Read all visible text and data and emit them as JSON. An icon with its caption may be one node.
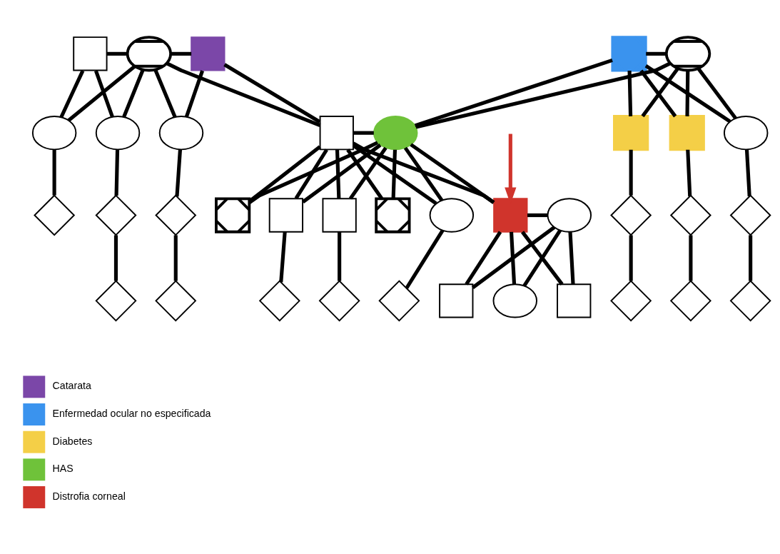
{
  "diagram": {
    "nodes": [
      {
        "text": [],
        "shape": "box"
      },
      {
        "text": [],
        "shape": "circle"
      },
      {
        "text": [],
        "shape": "box"
      },
      {
        "text": [],
        "shape": "box"
      },
      {
        "text": [],
        "shape": "circle"
      },
      {
        "text": [],
        "shape": "circle"
      },
      {
        "text": [],
        "shape": "circle"
      },
      {
        "text": [],
        "shape": "circle"
      },
      {
        "text": [],
        "shape": "box"
      },
      {
        "text": [],
        "shape": "circle"
      },
      {
        "text": [],
        "shape": "box"
      },
      {
        "text": [],
        "shape": "box"
      },
      {
        "text": [],
        "shape": "circle"
      },
      {
        "text": [],
        "shape": "diamond"
      },
      {
        "text": [],
        "shape": "diamond"
      },
      {
        "text": [],
        "shape": "diamond"
      },
      {
        "text": [],
        "shape": "box"
      },
      {
        "text": [],
        "shape": "box"
      },
      {
        "text": [],
        "shape": "box"
      },
      {
        "text": [],
        "shape": "box"
      },
      {
        "text": [],
        "shape": "circle"
      },
      {
        "text": [],
        "shape": "box"
      },
      {
        "text": [],
        "shape": "circle"
      },
      {
        "text": [],
        "shape": "diamond"
      },
      {
        "text": [],
        "shape": "diamond"
      },
      {
        "text": [],
        "shape": "diamond"
      },
      {
        "text": [],
        "shape": "diamond"
      },
      {
        "text": [],
        "shape": "diamond"
      },
      {
        "text": [],
        "shape": "diamond"
      },
      {
        "text": [],
        "shape": "diamond"
      },
      {
        "text": [],
        "shape": "diamond"
      },
      {
        "text": [],
        "shape": "box"
      },
      {
        "text": [],
        "shape": "circle"
      },
      {
        "text": [],
        "shape": "box"
      },
      {
        "text": [],
        "shape": "diamond"
      },
      {
        "text": [],
        "shape": "diamond"
      },
      {
        "text": [],
        "shape": "diamond"
      }
    ],
    "edges": [
      {
        "from": 0,
        "to": 1,
        "arrow": "none"
      },
      {
        "from": 1,
        "to": 2,
        "arrow": "none"
      },
      {
        "from": 3,
        "to": 4,
        "arrow": "none"
      },
      {
        "from": 0,
        "to": 5,
        "arrow": "none"
      },
      {
        "from": 1,
        "to": 5,
        "arrow": "none"
      },
      {
        "from": 0,
        "to": 6,
        "arrow": "none"
      },
      {
        "from": 1,
        "to": 6,
        "arrow": "none"
      },
      {
        "from": 1,
        "to": 7,
        "arrow": "none"
      },
      {
        "from": 2,
        "to": 7,
        "arrow": "none"
      },
      {
        "from": 1,
        "to": 8,
        "arrow": "none"
      },
      {
        "from": 2,
        "to": 8,
        "arrow": "none"
      },
      {
        "from": 3,
        "to": 9,
        "arrow": "none"
      },
      {
        "from": 4,
        "to": 9,
        "arrow": "none"
      },
      {
        "from": 3,
        "to": 10,
        "arrow": "none"
      },
      {
        "from": 4,
        "to": 10,
        "arrow": "none"
      },
      {
        "from": 3,
        "to": 11,
        "arrow": "none"
      },
      {
        "from": 4,
        "to": 11,
        "arrow": "none"
      },
      {
        "from": 3,
        "to": 12,
        "arrow": "none"
      },
      {
        "from": 4,
        "to": 12,
        "arrow": "none"
      },
      {
        "from": 8,
        "to": 9,
        "arrow": "none"
      },
      {
        "from": 5,
        "to": 13,
        "arrow": "none"
      },
      {
        "from": 6,
        "to": 14,
        "arrow": "none"
      },
      {
        "from": 7,
        "to": 15,
        "arrow": "none"
      },
      {
        "from": 8,
        "to": 16,
        "arrow": "none"
      },
      {
        "from": 9,
        "to": 16,
        "arrow": "none"
      },
      {
        "from": 8,
        "to": 17,
        "arrow": "none"
      },
      {
        "from": 9,
        "to": 17,
        "arrow": "none"
      },
      {
        "from": 8,
        "to": 18,
        "arrow": "none"
      },
      {
        "from": 9,
        "to": 18,
        "arrow": "none"
      },
      {
        "from": 8,
        "to": 19,
        "arrow": "none"
      },
      {
        "from": 9,
        "to": 19,
        "arrow": "none"
      },
      {
        "from": 8,
        "to": 20,
        "arrow": "none"
      },
      {
        "from": 9,
        "to": 20,
        "arrow": "none"
      },
      {
        "from": 8,
        "to": 21,
        "arrow": "none"
      },
      {
        "from": 9,
        "to": 21,
        "arrow": "none"
      },
      {
        "from": 10,
        "to": 23,
        "arrow": "none"
      },
      {
        "from": 11,
        "to": 24,
        "arrow": "none"
      },
      {
        "from": 12,
        "to": 25,
        "arrow": "none"
      },
      {
        "from": 21,
        "to": 22,
        "arrow": "none"
      },
      {
        "from": null,
        "to": 21,
        "arrow": "to",
        "color": "#d0342c"
      },
      {
        "from": 14,
        "to": 26,
        "arrow": "none"
      },
      {
        "from": 15,
        "to": 27,
        "arrow": "none"
      },
      {
        "from": 17,
        "to": 28,
        "arrow": "none"
      },
      {
        "from": 18,
        "to": 29,
        "arrow": "none"
      },
      {
        "from": 20,
        "to": 30,
        "arrow": "none"
      },
      {
        "from": 21,
        "to": 31,
        "arrow": "none"
      },
      {
        "from": 22,
        "to": 31,
        "arrow": "none"
      },
      {
        "from": 21,
        "to": 32,
        "arrow": "none"
      },
      {
        "from": 22,
        "to": 32,
        "arrow": "none"
      },
      {
        "from": 21,
        "to": 33,
        "arrow": "none"
      },
      {
        "from": 22,
        "to": 33,
        "arrow": "none"
      },
      {
        "from": 23,
        "to": 34,
        "arrow": "none"
      },
      {
        "from": 24,
        "to": 35,
        "arrow": "none"
      },
      {
        "from": 25,
        "to": 36,
        "arrow": "none"
      }
    ],
    "legend": [
      {
        "text": "Catarata",
        "color": "#7b47a8"
      },
      {
        "text": "Enfermedad ocular no especificada",
        "color": "#3a93ee"
      },
      {
        "text": "Diabetes",
        "color": "#f4cf47"
      },
      {
        "text": "HAS",
        "color": "#6fc23a"
      },
      {
        "text": "Distrofia corneal",
        "color": "#d0342c"
      }
    ]
  }
}
